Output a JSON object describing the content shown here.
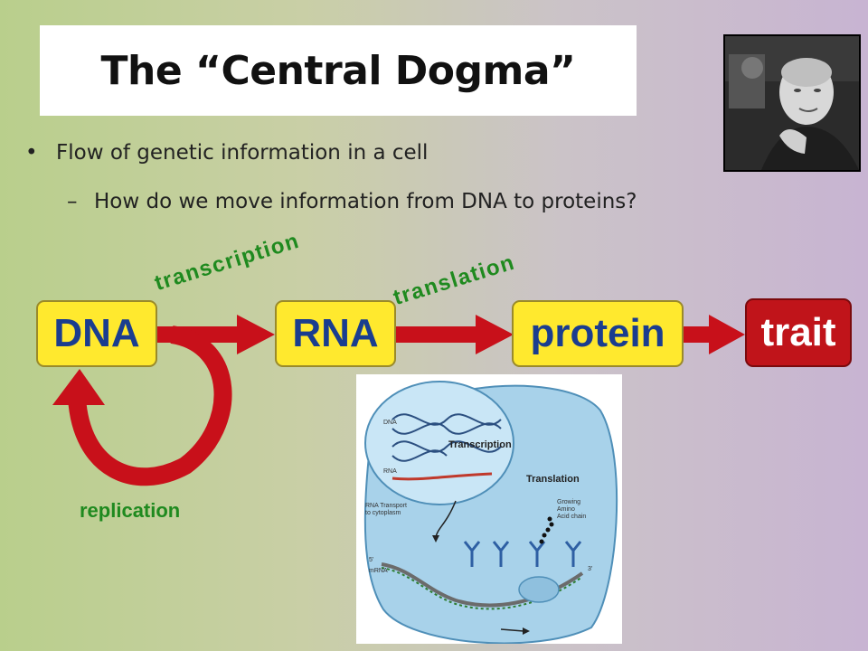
{
  "slide": {
    "title": "The “Central Dogma”",
    "bullet1": "Flow of genetic information in a cell",
    "bullet1_marker": "•",
    "bullet2": "How do we move information from DNA to proteins?",
    "bullet2_marker": "–"
  },
  "flow": {
    "dna": "DNA",
    "rna": "RNA",
    "protein": "protein",
    "trait": "trait",
    "transcription": "transcription",
    "translation": "translation",
    "replication": "replication"
  },
  "colors": {
    "box_fill": "#ffe92e",
    "box_text": "#1a3d8f",
    "trait_fill": "#c0141a",
    "arrow": "#c8101a",
    "label_green": "#1f8a1f"
  },
  "cell_figure": {
    "transcription": "Transcription",
    "translation": "Translation",
    "dna": "DNA",
    "rna": "RNA",
    "rna_transport": "RNA Transport\nto cytoplasm",
    "growing_chain": "Growing\nAmino\nAcid chain",
    "five_prime": "5'",
    "mrna": "mRNA",
    "three_prime": "3'"
  }
}
